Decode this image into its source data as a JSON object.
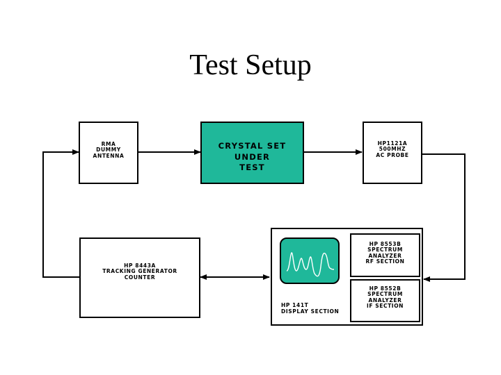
{
  "title": "Test Setup",
  "boxes": {
    "rma": [
      "RMA",
      "DUMMY",
      "ANTENNA"
    ],
    "crystal": [
      "CRYSTAL SET",
      "UNDER",
      "TEST"
    ],
    "probe": [
      "HP1121A",
      "500MHZ",
      "AC PROBE"
    ],
    "tracking": [
      "HP 8443A",
      "TRACKING GENERATOR",
      "COUNTER"
    ],
    "display": [
      "HP 141T",
      "DISPLAY SECTION"
    ],
    "rf": [
      "HP 8553B",
      "SPECTRUM",
      "ANALYZER",
      "RF SECTION"
    ],
    "if": [
      "HP 8552B",
      "SPECTRUM",
      "ANALYZER",
      "IF SECTION"
    ]
  },
  "colors": {
    "crystal_fill": "#1fb89a",
    "screen_fill": "#1fb89a",
    "trace": "#ffffff",
    "line": "#000000"
  }
}
